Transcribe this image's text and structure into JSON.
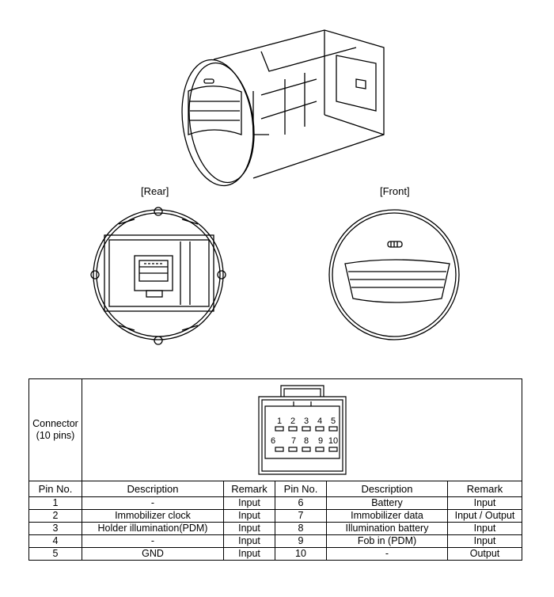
{
  "views": {
    "rear_label": "[Rear]",
    "front_label": "[Front]"
  },
  "connector": {
    "label_line1": "Connector",
    "label_line2": "(10 pins)",
    "pins_top": [
      "1",
      "2",
      "3",
      "4",
      "5"
    ],
    "pins_bottom": [
      "6",
      "7",
      "8",
      "9",
      "10"
    ]
  },
  "table": {
    "headers": [
      "Pin No.",
      "Description",
      "Remark",
      "Pin No.",
      "Description",
      "Remark"
    ],
    "rows": [
      [
        "1",
        "-",
        "Input",
        "6",
        "Battery",
        "Input"
      ],
      [
        "2",
        "Immobilizer clock",
        "Input",
        "7",
        "Immobilizer data",
        "Input / Output"
      ],
      [
        "3",
        "Holder illumination(PDM)",
        "Input",
        "8",
        "Illumination battery",
        "Input"
      ],
      [
        "4",
        "-",
        "Input",
        "9",
        "Fob in (PDM)",
        "Input"
      ],
      [
        "5",
        "GND",
        "Input",
        "10",
        "-",
        "Output"
      ]
    ]
  }
}
